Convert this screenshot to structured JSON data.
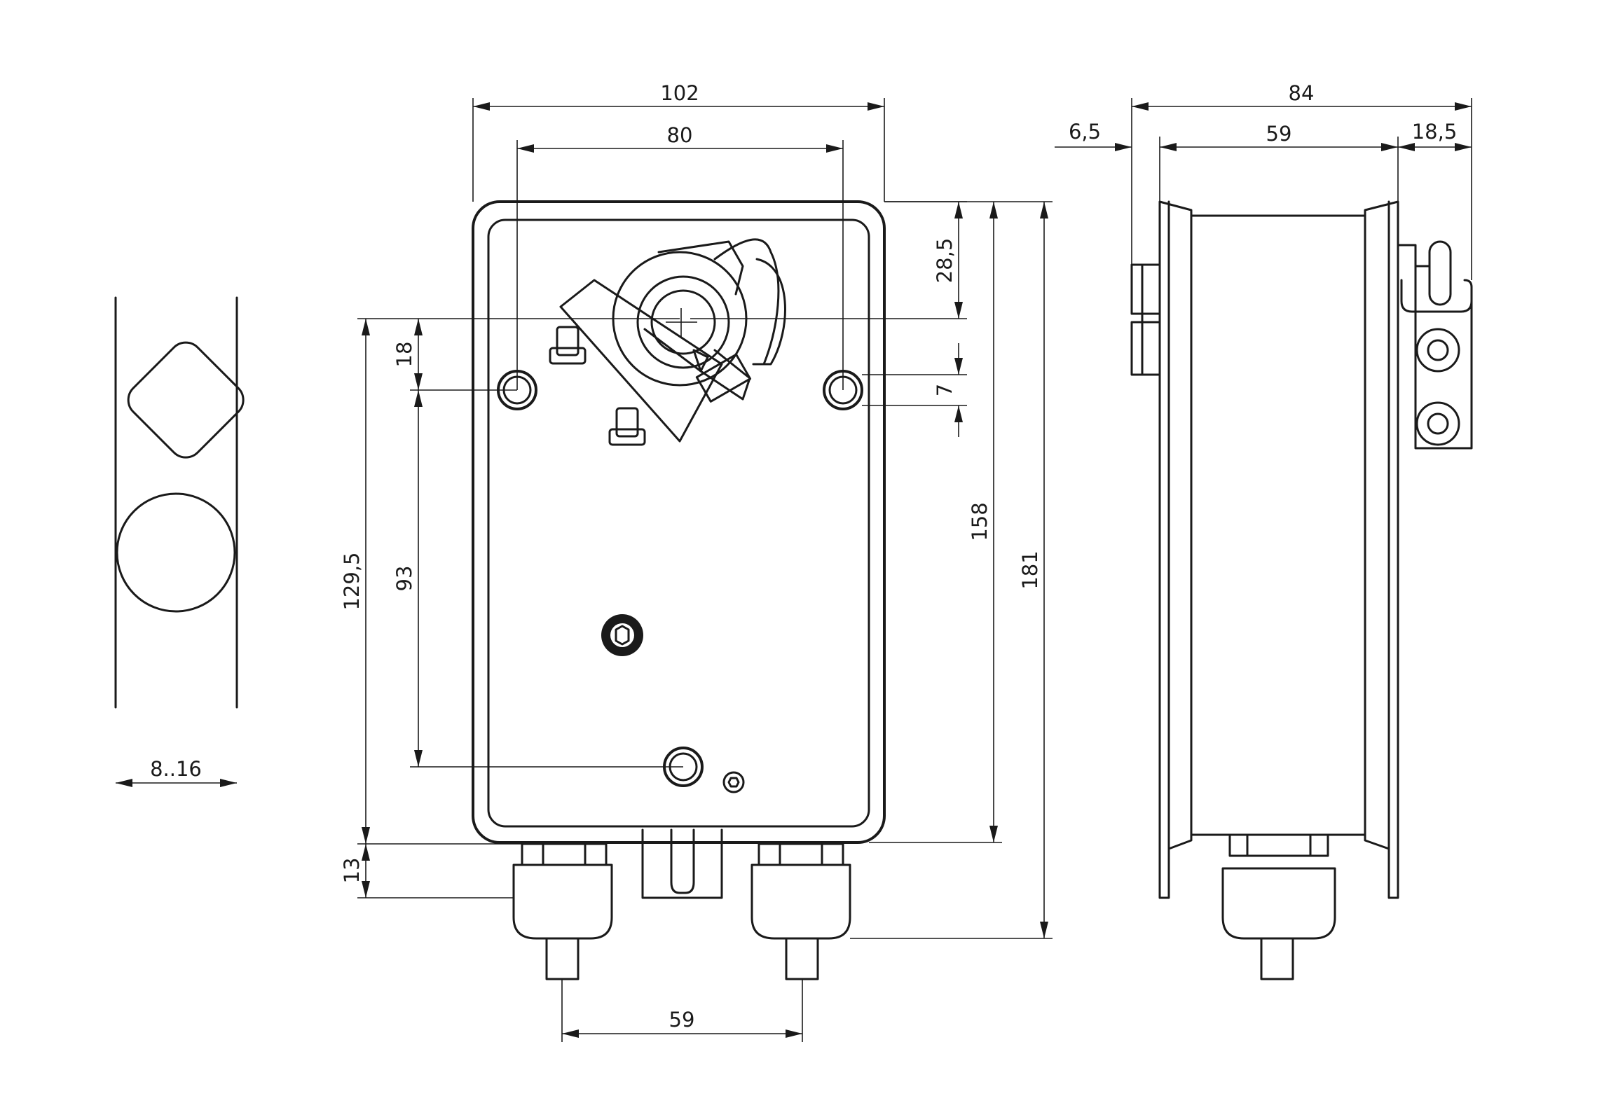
{
  "drawing": {
    "dimensions": {
      "front_width": "102",
      "hole_spacing": "80",
      "top_to_hole": "28,5",
      "hole_height": "7",
      "shaft_to_hole": "18",
      "hole_to_lower_hole": "93",
      "shaft_to_bottom": "129,5",
      "body_height": "158",
      "total_height": "181",
      "gland_height": "13",
      "gland_spacing": "59",
      "shaft_range": "8..16",
      "side_width": "84",
      "side_left_offset": "6,5",
      "side_body_width": "59",
      "side_bracket": "18,5"
    }
  }
}
